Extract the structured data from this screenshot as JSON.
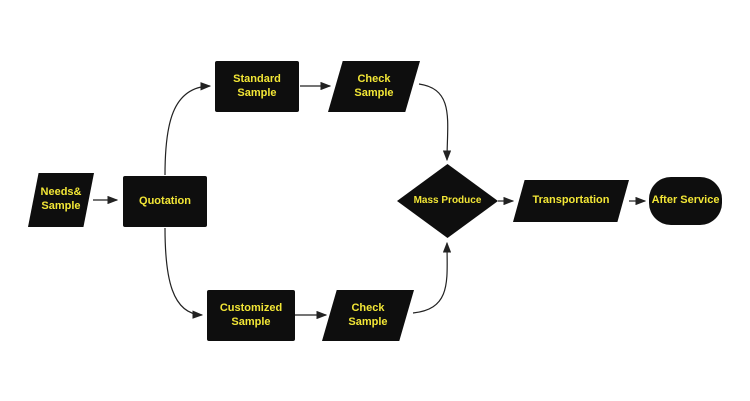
{
  "diagram": {
    "type": "flowchart",
    "colors": {
      "node_bg": "#0e0e0e",
      "label": "#f2e636",
      "arrow": "#222222",
      "background": "#ffffff"
    },
    "nodes": {
      "needs_sample": {
        "label": "Needs&\nSample",
        "shape": "parallelogram"
      },
      "quotation": {
        "label": "Quotation",
        "shape": "rectangle"
      },
      "standard_sample": {
        "label": "Standard\nSample",
        "shape": "rectangle"
      },
      "check_sample_top": {
        "label": "Check\nSample",
        "shape": "parallelogram"
      },
      "customized_sample": {
        "label": "Customized\nSample",
        "shape": "rectangle"
      },
      "check_sample_bottom": {
        "label": "Check\nSample",
        "shape": "parallelogram"
      },
      "mass_produce": {
        "label": "Mass Produce",
        "shape": "diamond"
      },
      "transportation": {
        "label": "Transportation",
        "shape": "parallelogram"
      },
      "after_service": {
        "label": "After Service",
        "shape": "rounded-rectangle"
      }
    },
    "edges": [
      {
        "from": "needs_sample",
        "to": "quotation"
      },
      {
        "from": "quotation",
        "to": "standard_sample"
      },
      {
        "from": "quotation",
        "to": "customized_sample"
      },
      {
        "from": "standard_sample",
        "to": "check_sample_top"
      },
      {
        "from": "check_sample_top",
        "to": "mass_produce"
      },
      {
        "from": "customized_sample",
        "to": "check_sample_bottom"
      },
      {
        "from": "check_sample_bottom",
        "to": "mass_produce"
      },
      {
        "from": "mass_produce",
        "to": "transportation"
      },
      {
        "from": "transportation",
        "to": "after_service"
      }
    ]
  }
}
